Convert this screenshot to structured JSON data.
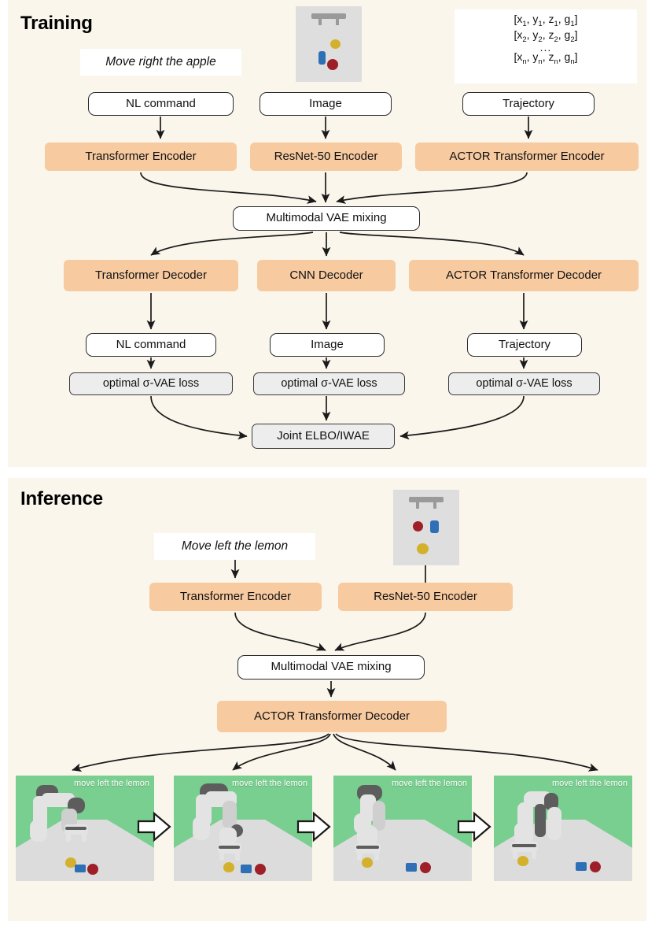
{
  "colors": {
    "panel_bg": "#faf6ec",
    "orange_node": "#f7caa0",
    "loss_node": "#ededed",
    "white_node": "#ffffff",
    "border": "#2b2b2b",
    "sim_bg": "#dedede",
    "wall_green": "#79cf8f",
    "floor_gray": "#dcdcdc",
    "apple_red": "#9e1f27",
    "lemon_yellow": "#d4b12c",
    "cube_blue": "#2f6fb5"
  },
  "training": {
    "title": "Training",
    "nl_prompt": "Move right the apple",
    "trajectory": {
      "row1": "[x1, y1, z1, g1]",
      "row2": "[x2, y2, z2, g2]",
      "dots": "...",
      "rown": "[xn, yn, zn, gn]"
    },
    "inputs": [
      {
        "label": "NL command"
      },
      {
        "label": "Image"
      },
      {
        "label": "Trajectory"
      }
    ],
    "encoders": [
      {
        "label": "Transformer Encoder"
      },
      {
        "label": "ResNet-50 Encoder"
      },
      {
        "label": "ACTOR Transformer Encoder"
      }
    ],
    "mixing": "Multimodal VAE mixing",
    "decoders": [
      {
        "label": "Transformer Decoder"
      },
      {
        "label": "CNN Decoder"
      },
      {
        "label": "ACTOR Transformer Decoder"
      }
    ],
    "outputs": [
      {
        "label": "NL command"
      },
      {
        "label": "Image"
      },
      {
        "label": "Trajectory"
      }
    ],
    "losses": [
      {
        "label": "optimal σ-VAE loss"
      },
      {
        "label": "optimal σ-VAE loss"
      },
      {
        "label": "optimal σ-VAE loss"
      }
    ],
    "joint": "Joint ELBO/IWAE",
    "sim_icon": "top-down-scene-thumbnail"
  },
  "inference": {
    "title": "Inference",
    "nl_prompt": "Move left the lemon",
    "encoders": [
      {
        "label": "Transformer Encoder"
      },
      {
        "label": "ResNet-50 Encoder"
      }
    ],
    "mixing": "Multimodal VAE mixing",
    "decoder": "ACTOR Transformer Decoder",
    "sim_icon": "top-down-scene-thumbnail",
    "rollout_caption": "move left the lemon",
    "frames": [
      {
        "caption": "move left the lemon"
      },
      {
        "caption": "move left the lemon"
      },
      {
        "caption": "move left the lemon"
      },
      {
        "caption": "move left the lemon"
      }
    ],
    "step_arrow_icon": "right-arrow-icon"
  }
}
